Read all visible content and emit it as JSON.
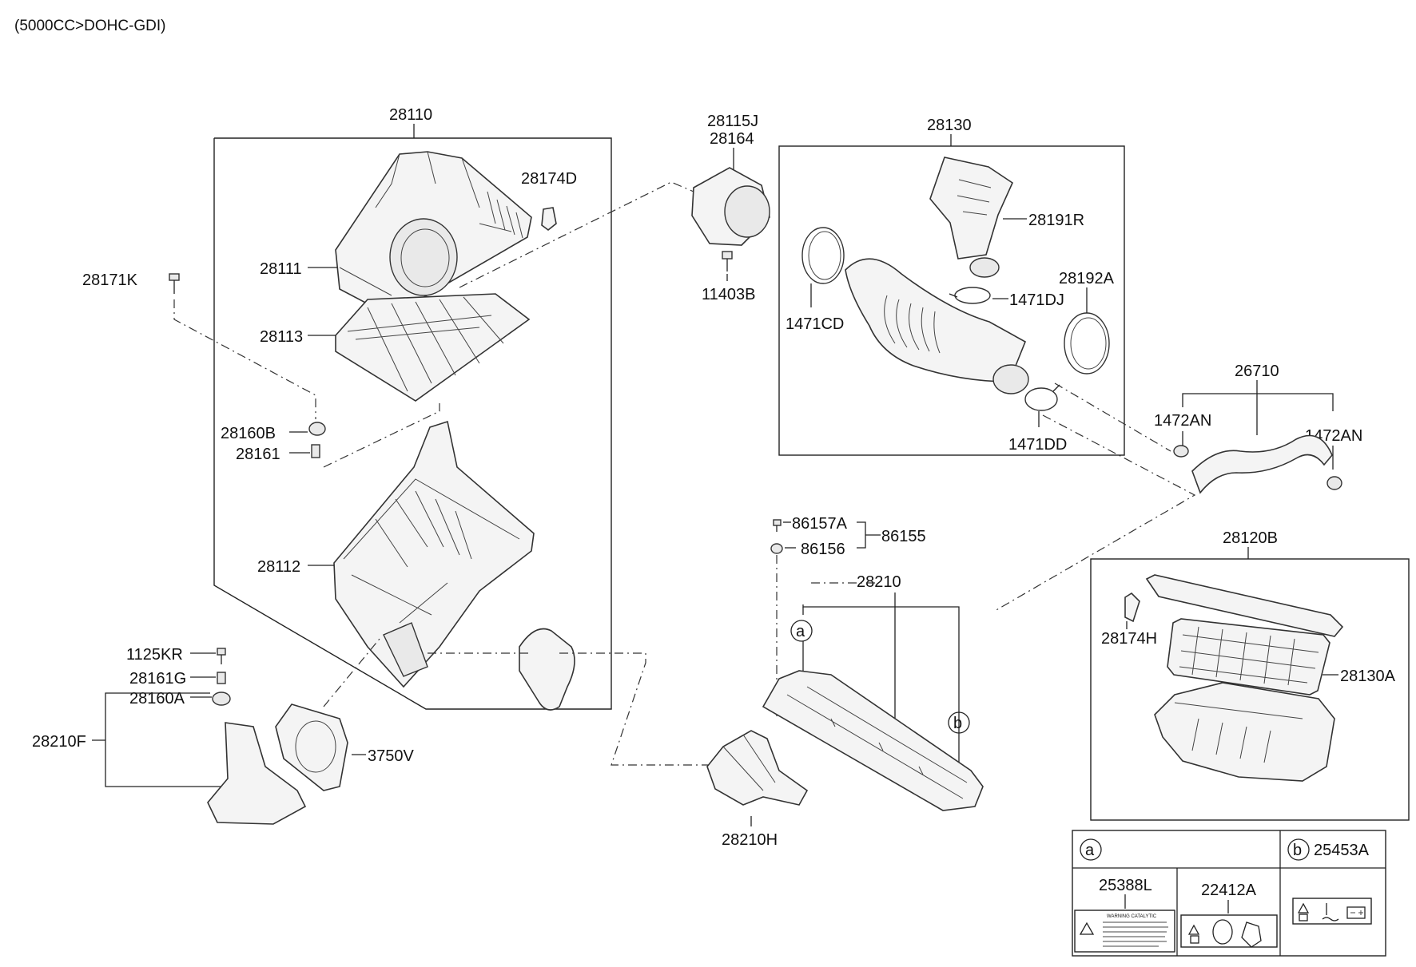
{
  "header": {
    "engine_spec": "(5000CC>DOHC-GDI)"
  },
  "labels": {
    "p28110": "28110",
    "p28174D": "28174D",
    "p28111": "28111",
    "p28113": "28113",
    "p28171K": "28171K",
    "p28160B": "28160B",
    "p28161": "28161",
    "p28112": "28112",
    "p1125KR": "1125KR",
    "p28161G": "28161G",
    "p28160A": "28160A",
    "p28210F": "28210F",
    "p3750V": "3750V",
    "p28115J": "28115J",
    "p28164": "28164",
    "p11403B": "11403B",
    "p28130": "28130",
    "p28191R": "28191R",
    "p1471DJ": "1471DJ",
    "p1471CD": "1471CD",
    "p28192A": "28192A",
    "p1471DD": "1471DD",
    "p26710": "26710",
    "p1472AN_left": "1472AN",
    "p1472AN_right": "1472AN",
    "p86157A": "86157A",
    "p86155": "86155",
    "p86156": "86156",
    "p28210": "28210",
    "p28210H": "28210H",
    "p28120B": "28120B",
    "p28174H": "28174H",
    "p28130A": "28130A"
  },
  "callouts": {
    "a": "a",
    "b": "b"
  },
  "legend": {
    "a_marker": "a",
    "b_marker": "b",
    "b_part": "25453A",
    "label_1": "25388L",
    "label_2": "22412A",
    "warning_title": "WARNING CATALYTIC"
  }
}
